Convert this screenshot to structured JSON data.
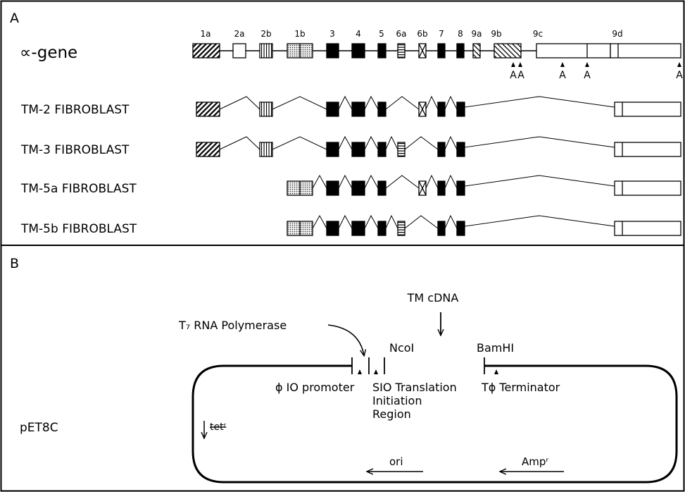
{
  "panel_a": {
    "letter": "A",
    "gene_label": "∝-gene",
    "exon_labels": [
      "1a",
      "2a",
      "2b",
      "1b",
      "3",
      "4",
      "5",
      "6a",
      "6b",
      "7",
      "8",
      "9a",
      "9b",
      "9c",
      "9d"
    ],
    "polya_labels": [
      "A",
      "A",
      "A",
      "A",
      "A"
    ],
    "rows": [
      {
        "label": "TM-2 FIBROBLAST"
      },
      {
        "label": "TM-3 FIBROBLAST"
      },
      {
        "label": "TM-5a FIBROBLAST"
      },
      {
        "label": "TM-5b FIBROBLAST"
      }
    ]
  },
  "panel_b": {
    "letter": "B",
    "plasmid": "pET8C",
    "insert_label": "TM cDNA",
    "polymerase_label": "T₇ RNA Polymerase",
    "ncoi": "NcoI",
    "bamhi": "BamHI",
    "promoter": "ϕ IO promoter",
    "translation_lines": [
      "SIO Translation",
      "Initiation",
      "Region"
    ],
    "terminator": "Tϕ Terminator",
    "tet": "tetʳ",
    "ori": "ori",
    "amp": "Ampʳ"
  }
}
